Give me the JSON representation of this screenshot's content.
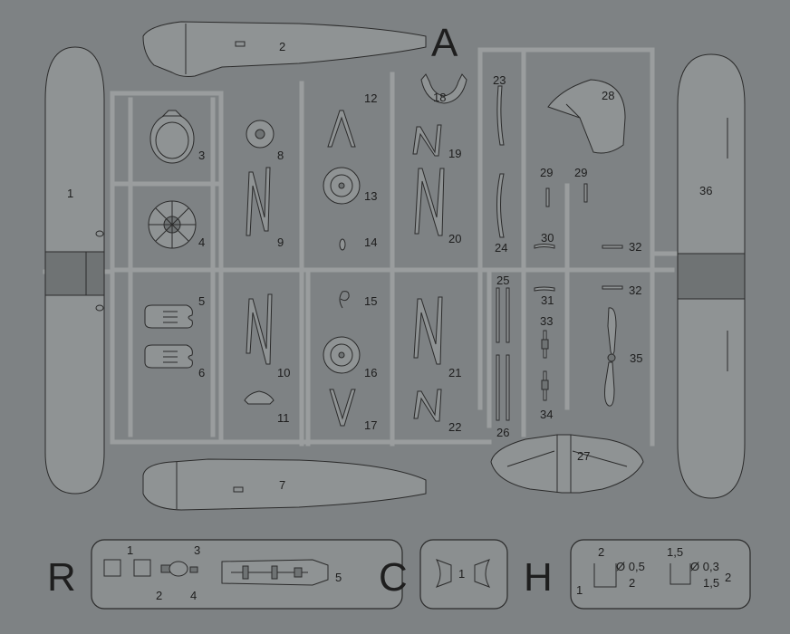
{
  "sprue_letter": "A",
  "parts": {
    "p1": "1",
    "p2": "2",
    "p3": "3",
    "p4": "4",
    "p5": "5",
    "p6": "6",
    "p7": "7",
    "p8": "8",
    "p9": "9",
    "p10": "10",
    "p11": "11",
    "p12": "12",
    "p13": "13",
    "p14": "14",
    "p15": "15",
    "p16": "16",
    "p17": "17",
    "p18": "18",
    "p19": "19",
    "p20": "20",
    "p21": "21",
    "p22": "22",
    "p23": "23",
    "p24": "24",
    "p25": "25",
    "p26": "26",
    "p27": "27",
    "p28": "28",
    "p29a": "29",
    "p29b": "29",
    "p30": "30",
    "p31": "31",
    "p32a": "32",
    "p32b": "32",
    "p33": "33",
    "p34": "34",
    "p35": "35",
    "p36": "36"
  },
  "panels": {
    "R": {
      "letter": "R",
      "n1": "1",
      "n2": "2",
      "n3": "3",
      "n4": "4",
      "n5": "5"
    },
    "C": {
      "letter": "C",
      "n1": "1"
    },
    "H": {
      "letter": "H",
      "n1": "1",
      "n2": "2",
      "dim_a": "2",
      "dim_b": "Ø 0,5",
      "dim_c": "2",
      "dim_d": "1,5",
      "dim_e": "Ø 0,3",
      "dim_f": "1,5"
    }
  }
}
